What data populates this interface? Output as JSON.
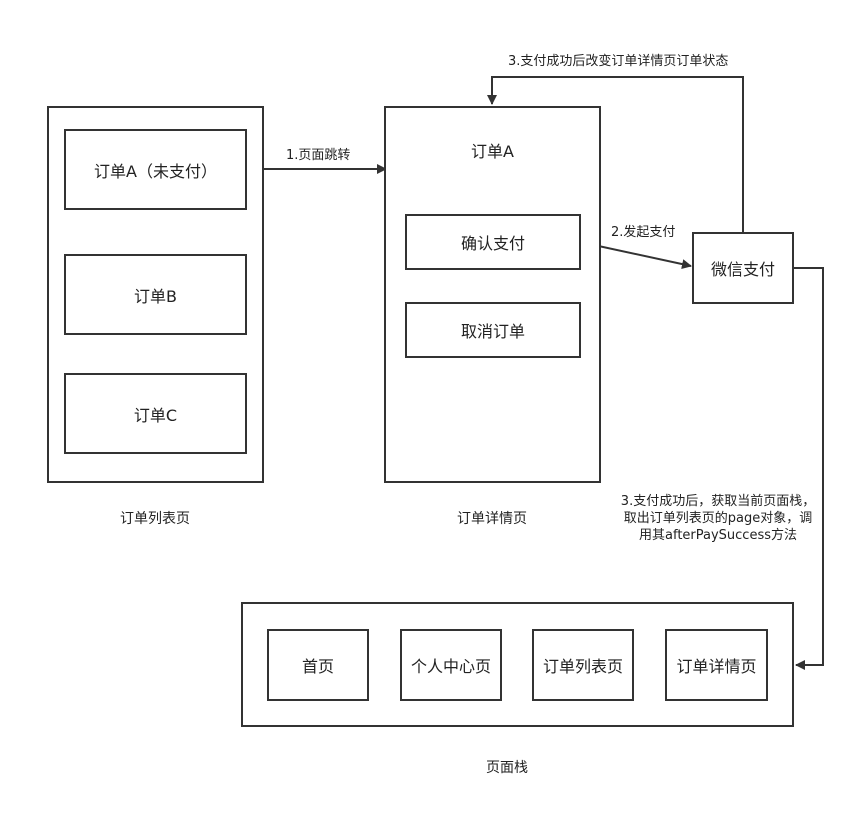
{
  "list_page": {
    "items": [
      "订单A（未支付）",
      "订单B",
      "订单C"
    ],
    "caption": "订单列表页"
  },
  "detail_page": {
    "title": "订单A",
    "buttons": [
      "确认支付",
      "取消订单"
    ],
    "caption": "订单详情页"
  },
  "wechat_pay": {
    "label": "微信支付"
  },
  "edges": {
    "step1": "1.页面跳转",
    "step2": "2.发起支付",
    "step3_top": "3.支付成功后改变订单详情页订单状态",
    "step3_right_lines": [
      "3.支付成功后，获取当前页面栈，",
      "取出订单列表页的page对象，调",
      "用其afterPaySuccess方法"
    ]
  },
  "page_stack": {
    "items": [
      "首页",
      "个人中心页",
      "订单列表页",
      "订单详情页"
    ],
    "caption": "页面栈"
  }
}
